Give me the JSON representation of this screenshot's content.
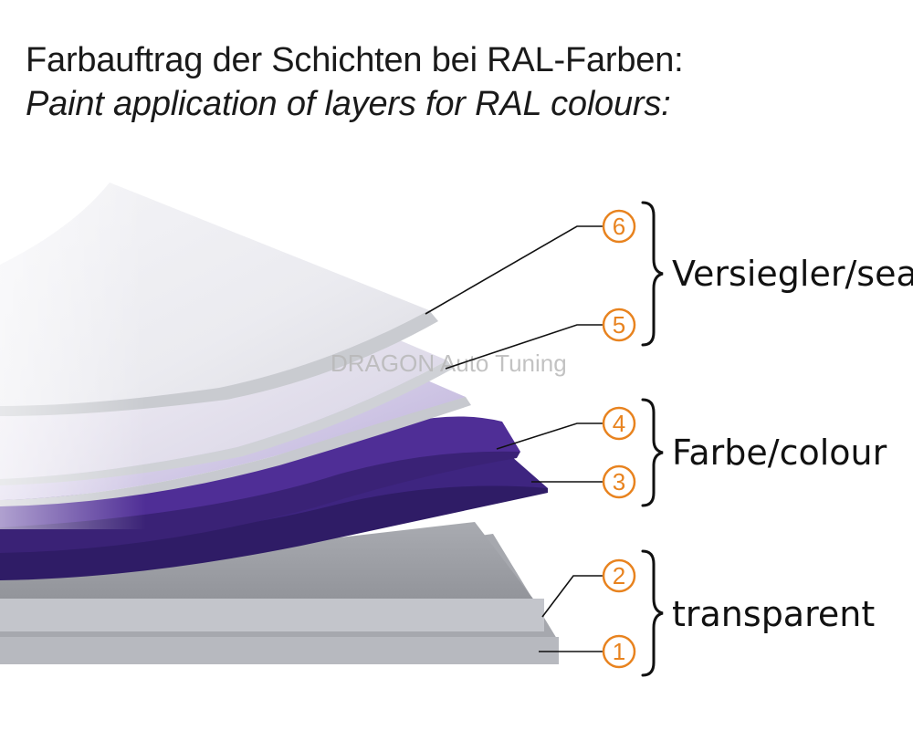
{
  "title": {
    "line1": "Farbauftrag der Schichten bei RAL-Farben:",
    "line2": "Paint application of layers for RAL colours:"
  },
  "watermark": "DRAGON Auto Tuning",
  "groups": [
    {
      "label": "Versiegler/sealer",
      "layers": [
        "6",
        "5"
      ]
    },
    {
      "label": "Farbe/colour",
      "layers": [
        "4",
        "3"
      ]
    },
    {
      "label": "transparent",
      "layers": [
        "2",
        "1"
      ]
    }
  ],
  "layer_numbers": [
    "6",
    "5",
    "4",
    "3",
    "2",
    "1"
  ],
  "colors": {
    "accent_orange": "#e8831f",
    "purple_layer": "#4a2a8a",
    "sealer_layer": "#d8d8de",
    "transparent_layer": "#b9bcc3"
  }
}
